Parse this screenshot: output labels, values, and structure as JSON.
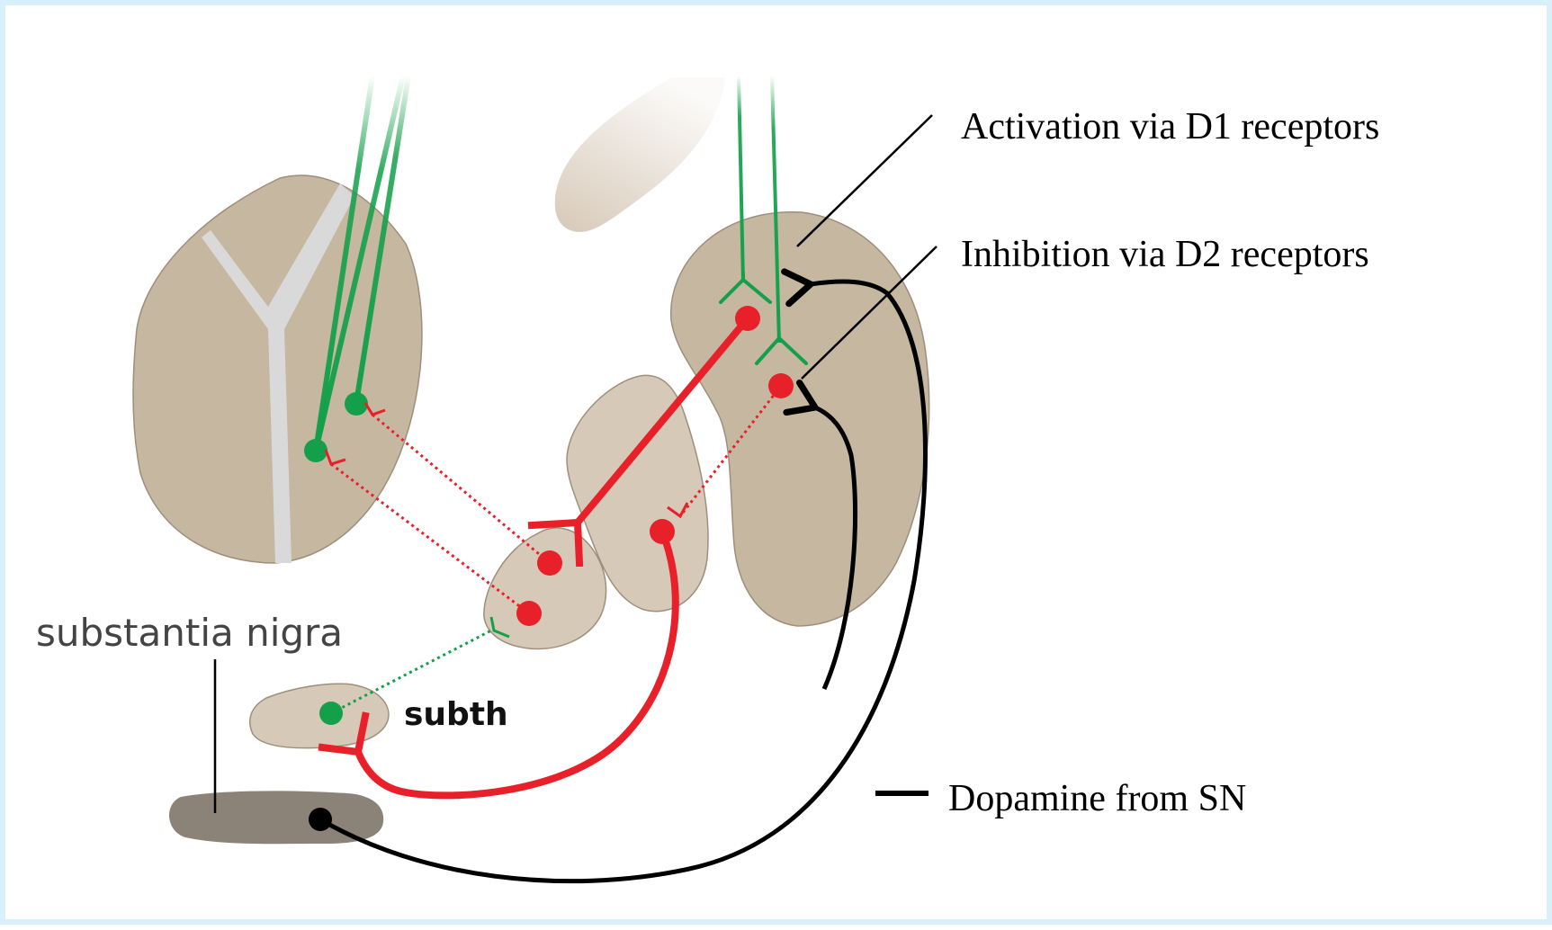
{
  "labels": {
    "d1": "Activation via D1 receptors",
    "d2": "Inhibition via D2 receptors",
    "dopamine": "Dopamine from SN",
    "substantia_nigra": "substantia nigra",
    "subth": "subth"
  },
  "colors": {
    "frame_border": "#d8f0fb",
    "tissue": "#c6b7a1",
    "tissue_light": "#d7c9b8",
    "tissue_stroke": "#9e8f7c",
    "ventricle": "#d9d9d9",
    "substantia_nigra": "#8b8378",
    "green_pathway": "#14a04a",
    "red_pathway": "#e8202a",
    "dopamine_pathway": "#000000"
  }
}
